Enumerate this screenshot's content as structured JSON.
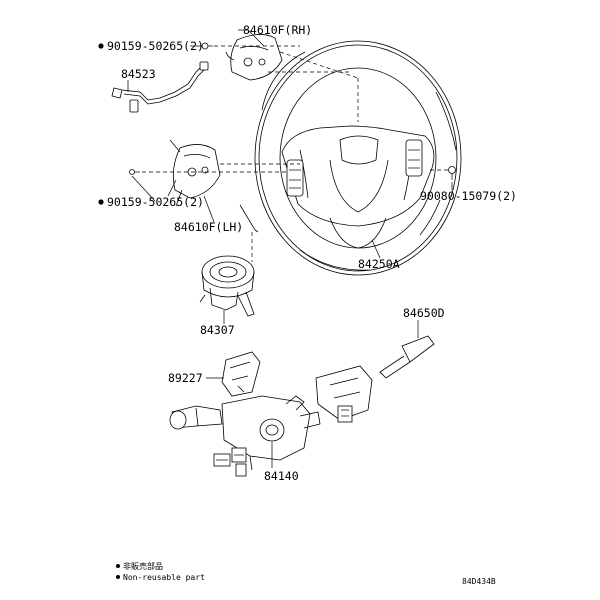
{
  "callouts": {
    "paddle_rh": "84610F(RH)",
    "screw_top": "90159-50265(2)",
    "harness": "84523",
    "screw_bottom": "90159-50265(2)",
    "paddle_lh": "84610F(LH)",
    "bolt": "90080-15079(2)",
    "wheel": "84250A",
    "spiral_cable": "84307",
    "cover": "89227",
    "wiper_switch": "84650D",
    "switch_assy": "84140"
  },
  "legend": {
    "line1": "非販売部品",
    "line2": "Non-reusable part"
  },
  "figure_code": "84D434B",
  "icons": {
    "bullet": "filled-circle-icon"
  }
}
